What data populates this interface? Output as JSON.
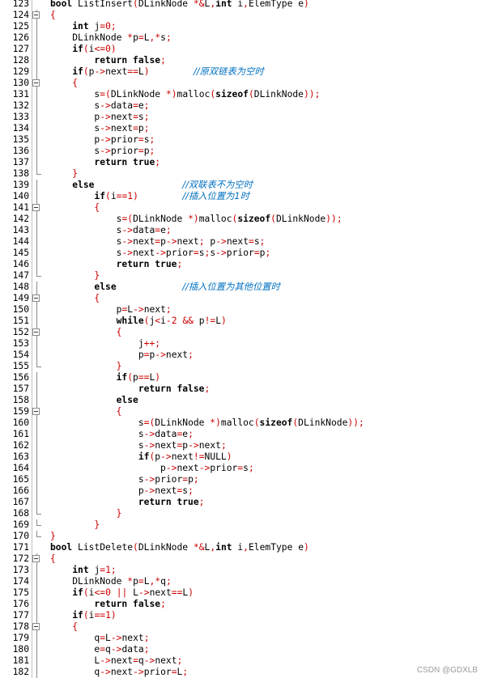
{
  "editor": {
    "lines": [
      {
        "num": "123",
        "text": "bool ListInsert(DLinkNode *&L,int i,ElemType e)",
        "fold": "none"
      },
      {
        "num": "124",
        "text": "{",
        "fold": "open"
      },
      {
        "num": "125",
        "text": "    int j=0;",
        "fold": "line"
      },
      {
        "num": "126",
        "text": "    DLinkNode *p=L,*s;",
        "fold": "line"
      },
      {
        "num": "127",
        "text": "    if(i<=0)",
        "fold": "line"
      },
      {
        "num": "128",
        "text": "        return false;",
        "fold": "line"
      },
      {
        "num": "129",
        "text": "    if(p->next==L)        //原双链表为空时",
        "fold": "line"
      },
      {
        "num": "130",
        "text": "    {",
        "fold": "open"
      },
      {
        "num": "131",
        "text": "        s=(DLinkNode *)malloc(sizeof(DLinkNode));",
        "fold": "line"
      },
      {
        "num": "132",
        "text": "        s->data=e;",
        "fold": "line"
      },
      {
        "num": "133",
        "text": "        p->next=s;",
        "fold": "line"
      },
      {
        "num": "134",
        "text": "        s->next=p;",
        "fold": "line"
      },
      {
        "num": "135",
        "text": "        p->prior=s;",
        "fold": "line"
      },
      {
        "num": "136",
        "text": "        s->prior=p;",
        "fold": "line"
      },
      {
        "num": "137",
        "text": "        return true;",
        "fold": "line"
      },
      {
        "num": "138",
        "text": "    }",
        "fold": "end"
      },
      {
        "num": "139",
        "text": "    else                //双联表不为空时",
        "fold": "line"
      },
      {
        "num": "140",
        "text": "        if(i==1)        //插入位置为1时",
        "fold": "line"
      },
      {
        "num": "141",
        "text": "        {",
        "fold": "open"
      },
      {
        "num": "142",
        "text": "            s=(DLinkNode *)malloc(sizeof(DLinkNode));",
        "fold": "line"
      },
      {
        "num": "143",
        "text": "            s->data=e;",
        "fold": "line"
      },
      {
        "num": "144",
        "text": "            s->next=p->next; p->next=s;",
        "fold": "line"
      },
      {
        "num": "145",
        "text": "            s->next->prior=s;s->prior=p;",
        "fold": "line"
      },
      {
        "num": "146",
        "text": "            return true;",
        "fold": "line"
      },
      {
        "num": "147",
        "text": "        }",
        "fold": "end"
      },
      {
        "num": "148",
        "text": "        else            //插入位置为其他位置时",
        "fold": "line"
      },
      {
        "num": "149",
        "text": "        {",
        "fold": "open"
      },
      {
        "num": "150",
        "text": "            p=L->next;",
        "fold": "line"
      },
      {
        "num": "151",
        "text": "            while(j<i-2 && p!=L)",
        "fold": "line"
      },
      {
        "num": "152",
        "text": "            {",
        "fold": "open"
      },
      {
        "num": "153",
        "text": "                j++;",
        "fold": "line"
      },
      {
        "num": "154",
        "text": "                p=p->next;",
        "fold": "line"
      },
      {
        "num": "155",
        "text": "            }",
        "fold": "end"
      },
      {
        "num": "156",
        "text": "            if(p==L)",
        "fold": "line"
      },
      {
        "num": "157",
        "text": "                return false;",
        "fold": "line"
      },
      {
        "num": "158",
        "text": "            else",
        "fold": "line"
      },
      {
        "num": "159",
        "text": "            {",
        "fold": "open"
      },
      {
        "num": "160",
        "text": "                s=(DLinkNode *)malloc(sizeof(DLinkNode));",
        "fold": "line"
      },
      {
        "num": "161",
        "text": "                s->data=e;",
        "fold": "line"
      },
      {
        "num": "162",
        "text": "                s->next=p->next;",
        "fold": "line"
      },
      {
        "num": "163",
        "text": "                if(p->next!=NULL)",
        "fold": "line"
      },
      {
        "num": "164",
        "text": "                    p->next->prior=s;",
        "fold": "line"
      },
      {
        "num": "165",
        "text": "                s->prior=p;",
        "fold": "line"
      },
      {
        "num": "166",
        "text": "                p->next=s;",
        "fold": "line"
      },
      {
        "num": "167",
        "text": "                return true;",
        "fold": "line"
      },
      {
        "num": "168",
        "text": "            }",
        "fold": "end"
      },
      {
        "num": "169",
        "text": "        }",
        "fold": "end"
      },
      {
        "num": "170",
        "text": "}",
        "fold": "end"
      },
      {
        "num": "171",
        "text": "bool ListDelete(DLinkNode *&L,int i,ElemType e)",
        "fold": "none"
      },
      {
        "num": "172",
        "text": "{",
        "fold": "open"
      },
      {
        "num": "173",
        "text": "    int j=1;",
        "fold": "line"
      },
      {
        "num": "174",
        "text": "    DLinkNode *p=L,*q;",
        "fold": "line"
      },
      {
        "num": "175",
        "text": "    if(i<=0 || L->next==L)",
        "fold": "line"
      },
      {
        "num": "176",
        "text": "        return false;",
        "fold": "line"
      },
      {
        "num": "177",
        "text": "    if(i==1)",
        "fold": "line"
      },
      {
        "num": "178",
        "text": "    {",
        "fold": "open"
      },
      {
        "num": "179",
        "text": "        q=L->next;",
        "fold": "line"
      },
      {
        "num": "180",
        "text": "        e=q->data;",
        "fold": "line"
      },
      {
        "num": "181",
        "text": "        L->next=q->next;",
        "fold": "line"
      },
      {
        "num": "182",
        "text": "        q->next->prior=L;",
        "fold": "line"
      }
    ]
  },
  "watermark": "CSDN @GDXLB",
  "colors": {
    "keyword": "#000000",
    "operator": "#cc0000",
    "comment": "#0070c0",
    "line_number": "#000000"
  }
}
